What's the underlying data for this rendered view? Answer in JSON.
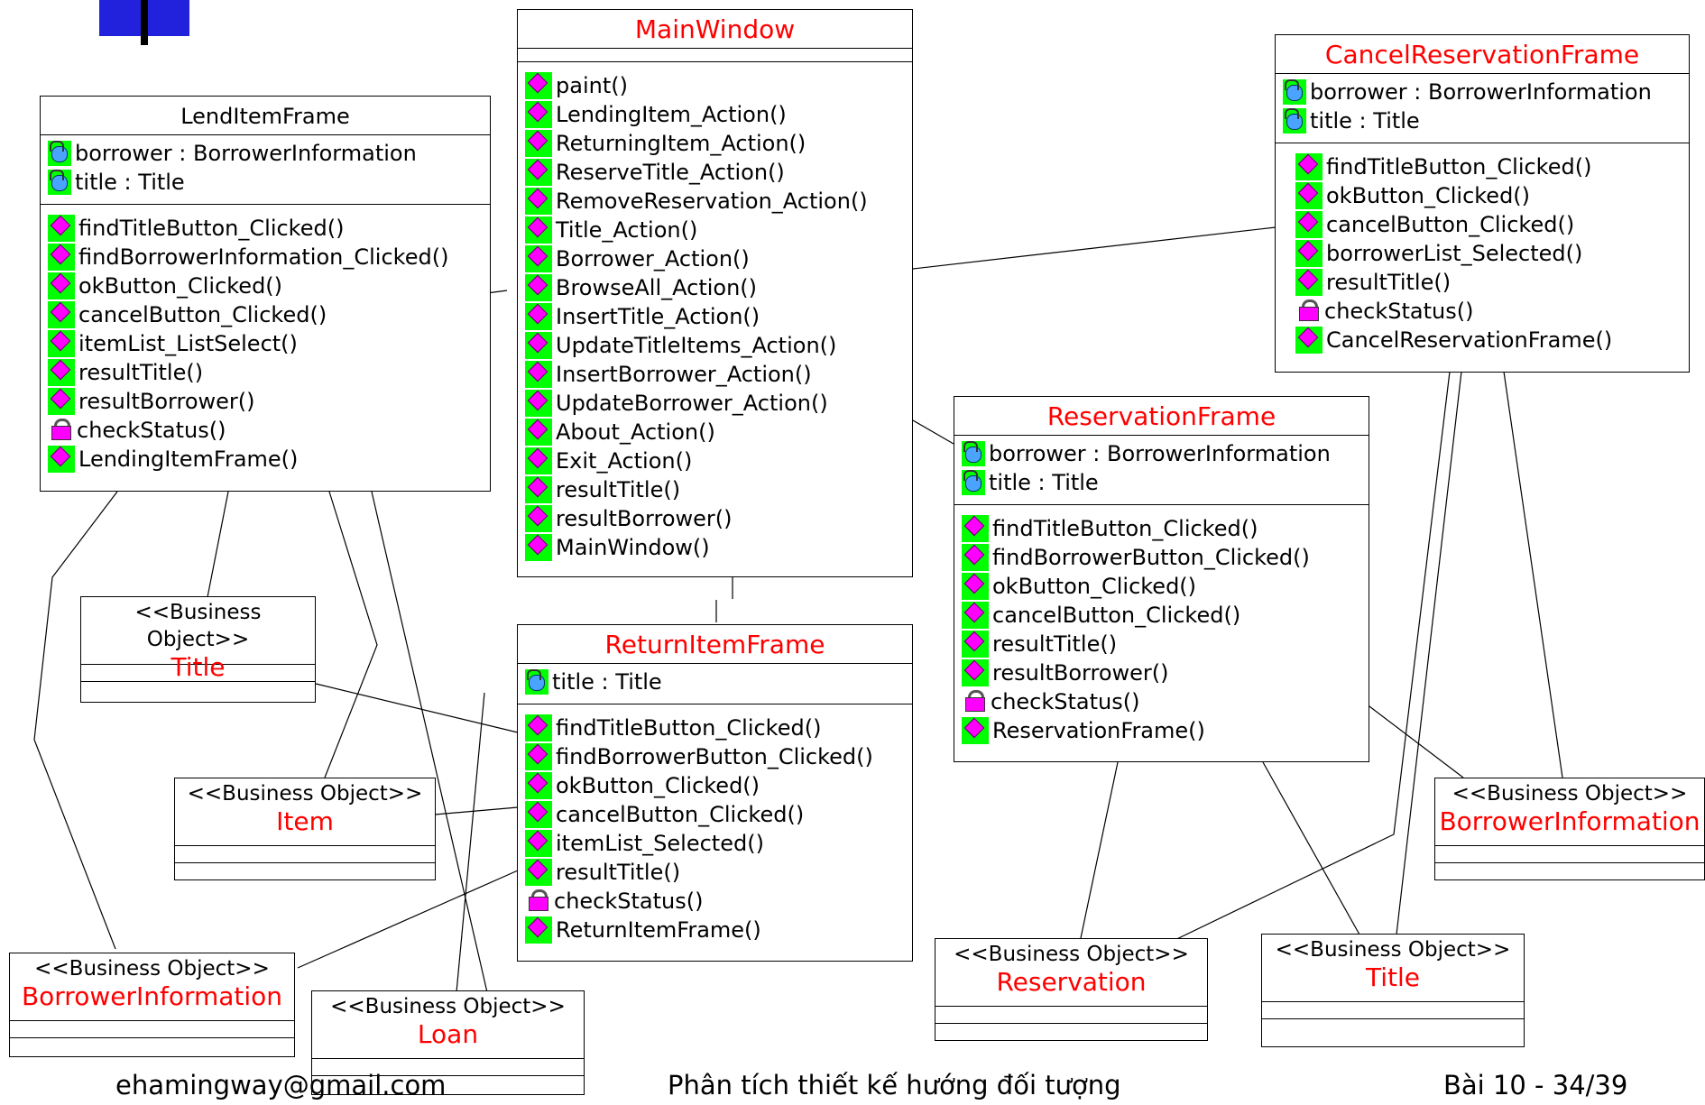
{
  "classes": {
    "main_window": {
      "name": "MainWindow",
      "operations": [
        "paint()",
        "LendingItem_Action()",
        "ReturningItem_Action()",
        "ReserveTitle_Action()",
        "RemoveReservation_Action()",
        "Title_Action()",
        "Borrower_Action()",
        "BrowseAll_Action()",
        "InsertTitle_Action()",
        "UpdateTitleItems_Action()",
        "InsertBorrower_Action()",
        "UpdateBorrower_Action()",
        "About_Action()",
        "Exit_Action()",
        "resultTitle()",
        "resultBorrower()",
        "MainWindow()"
      ]
    },
    "lend_item_frame": {
      "name": "LendItemFrame",
      "attributes": [
        "borrower : BorrowerInformation",
        "title : Title"
      ],
      "operations": [
        "findTitleButton_Clicked()",
        "findBorrowerInformation_Clicked()",
        "okButton_Clicked()",
        "cancelButton_Clicked()",
        "itemList_ListSelect()",
        "resultTitle()",
        "resultBorrower()",
        "checkStatus()",
        "LendingItemFrame()"
      ]
    },
    "cancel_reservation_frame": {
      "name": "CancelReservationFrame",
      "attributes": [
        "borrower : BorrowerInformation",
        "title : Title"
      ],
      "operations": [
        "findTitleButton_Clicked()",
        "okButton_Clicked()",
        "cancelButton_Clicked()",
        "borrowerList_Selected()",
        "resultTitle()",
        "checkStatus()",
        "CancelReservationFrame()"
      ]
    },
    "reservation_frame": {
      "name": "ReservationFrame",
      "attributes": [
        "borrower : BorrowerInformation",
        "title : Title"
      ],
      "operations": [
        "findTitleButton_Clicked()",
        "findBorrowerButton_Clicked()",
        "okButton_Clicked()",
        "cancelButton_Clicked()",
        "resultTitle()",
        "resultBorrower()",
        "checkStatus()",
        "ReservationFrame()"
      ]
    },
    "return_item_frame": {
      "name": "ReturnItemFrame",
      "attributes": [
        "title : Title"
      ],
      "operations": [
        "findTitleButton_Clicked()",
        "findBorrowerButton_Clicked()",
        "okButton_Clicked()",
        "cancelButton_Clicked()",
        "itemList_Selected()",
        "resultTitle()",
        "checkStatus()",
        "ReturnItemFrame()"
      ]
    }
  },
  "business_objects": {
    "stereotype": "<<Business Object>>",
    "title_left": "Title",
    "item": "Item",
    "borrower_info_left": "BorrowerInformation",
    "loan": "Loan",
    "reservation": "Reservation",
    "title_right": "Title",
    "borrower_info_right": "BorrowerInformation"
  },
  "footer": {
    "email": "ehamingway@gmail.com",
    "course": "Phân tích thiết kế hướng đối tượng",
    "page": "Bài 10 - 34/39"
  },
  "colors": {
    "class_name": "#ff0000",
    "public_icon_bg": "#00ff00",
    "icon_diamond": "#ff00ff"
  }
}
